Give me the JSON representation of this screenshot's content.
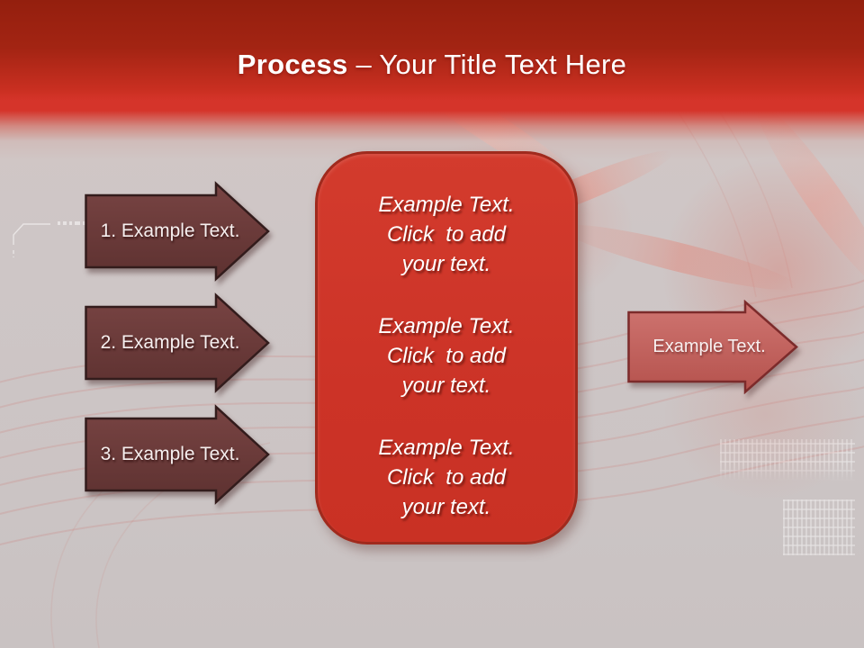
{
  "header": {
    "title_bold": "Process",
    "title_rest": "– Your Title Text Here"
  },
  "steps": [
    {
      "label": "1. Example Text."
    },
    {
      "label": "2. Example Text."
    },
    {
      "label": "3. Example Text."
    }
  ],
  "panel": {
    "paragraphs": [
      {
        "lines": [
          "Example Text.",
          "Click  to add",
          "your text."
        ]
      },
      {
        "lines": [
          "Example Text.",
          "Click  to add",
          "your text."
        ]
      },
      {
        "lines": [
          "Example Text.",
          "Click  to add",
          "your text."
        ]
      }
    ]
  },
  "output_arrow": {
    "label": "Example Text."
  },
  "colors": {
    "header_red": "#d5342a",
    "header_red_dark": "#941f0e",
    "step_arrow_fill": "#6a3c3a",
    "step_arrow_border": "#331c1c",
    "panel_fill": "#cc3327",
    "panel_border": "#a02a1d",
    "output_arrow_fill": "#c4635e",
    "output_arrow_border": "#7c2b2b",
    "background_gray": "#ccc4c4",
    "text_white": "#ffffff"
  }
}
